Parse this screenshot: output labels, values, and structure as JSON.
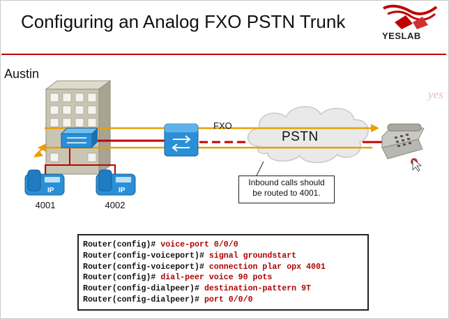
{
  "slide": {
    "title": "Configuring an Analog FXO PSTN Trunk",
    "logo_text": "YESLAB",
    "watermark": "yes",
    "site_label": "Austin"
  },
  "diagram": {
    "link_label": "FXO",
    "cloud_label": "PSTN",
    "callout": [
      "Inbound calls should",
      "be routed to 4001."
    ],
    "phones": [
      {
        "extension": "4001"
      },
      {
        "extension": "4002"
      }
    ],
    "colors": {
      "call_path": "#e8a000",
      "trunk": "#c00000",
      "router": "#2a8fd6",
      "phone": "#2a8fd6",
      "building": "#c9c5b4"
    }
  },
  "config": [
    {
      "prompt": "Router(config)#",
      "command": "voice-port 0/0/0"
    },
    {
      "prompt": "Router(config-voiceport)#",
      "command": "signal groundstart"
    },
    {
      "prompt": "Router(config-voiceport)#",
      "command": "connection plar opx 4001"
    },
    {
      "prompt": "Router(config)#",
      "command": "dial-peer voice 90 pots"
    },
    {
      "prompt": "Router(config-dialpeer)#",
      "command": "destination-pattern 9T"
    },
    {
      "prompt": "Router(config-dialpeer)#",
      "command": "port 0/0/0"
    }
  ]
}
